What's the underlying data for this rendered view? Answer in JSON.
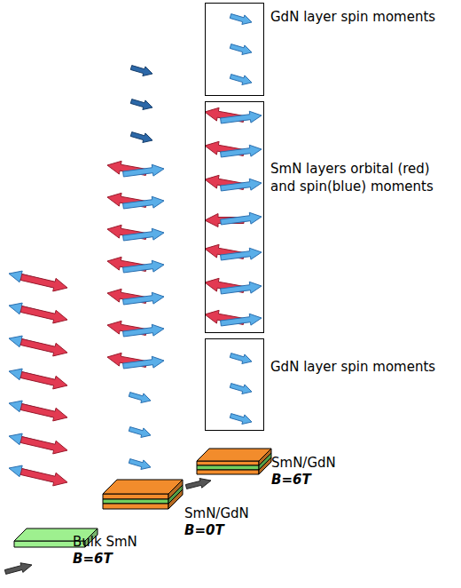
{
  "diagram": {
    "nodes": [
      {
        "text": [
          "GdN layer spin moments"
        ]
      },
      {
        "text": [
          "SmN layers orbital (red) and spin(blue) moments"
        ]
      },
      {
        "text": [
          "GdN layer spin moments"
        ]
      }
    ],
    "labels": [
      "SmN/GdN",
      "B=6T",
      "SmN/GdN",
      "B=0T",
      "Bulk SmN",
      "B=6T"
    ]
  }
}
